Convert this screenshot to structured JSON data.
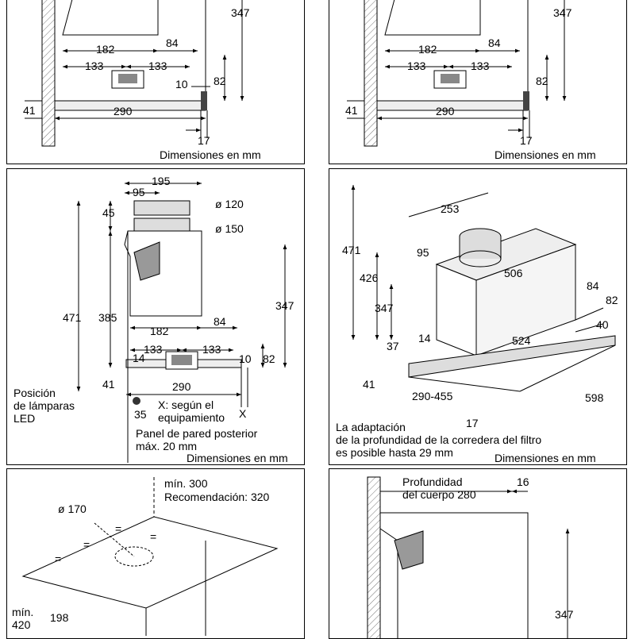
{
  "panel1": {
    "dims": {
      "d347": "347",
      "d182": "182",
      "d84": "84",
      "d133a": "133",
      "d133b": "133",
      "d10": "10",
      "d82": "82",
      "d41": "41",
      "d290": "290",
      "d17": "17"
    },
    "caption": "Dimensiones en mm"
  },
  "panel2": {
    "dims": {
      "d347": "347",
      "d182": "182",
      "d84": "84",
      "d133a": "133",
      "d133b": "133",
      "d82": "82",
      "d41": "41",
      "d290": "290",
      "d17": "17"
    },
    "caption": "Dimensiones en mm"
  },
  "panel3": {
    "dims": {
      "d195": "195",
      "d95": "95",
      "d45": "45",
      "dia120": "ø 120",
      "dia150": "ø 150",
      "d471": "471",
      "d385": "385",
      "d347": "347",
      "d182": "182",
      "d84": "84",
      "d133a": "133",
      "d133b": "133",
      "d14": "14",
      "d10": "10",
      "d82": "82",
      "d41": "41",
      "d290": "290",
      "d35": "35",
      "x": "X"
    },
    "led_line1": "Posición",
    "led_line2": "de lámparas",
    "led_line3": "LED",
    "x_line1": "X: según el",
    "x_line2": "equipamiento",
    "wall_line1": "Panel de pared posterior",
    "wall_line2": "máx. 20 mm",
    "caption": "Dimensiones en mm"
  },
  "panel4": {
    "dims": {
      "d253": "253",
      "d471": "471",
      "d95": "95",
      "d426": "426",
      "d506": "506",
      "d347": "347",
      "d84": "84",
      "d82": "82",
      "d40": "40",
      "d14": "14",
      "d37": "37",
      "d524": "524",
      "d41": "41",
      "d290_455": "290-455",
      "d598": "598",
      "d17": "17"
    },
    "note_line1": "La adaptación",
    "note_line2": "de la profundidad de la corredera del filtro",
    "note_line3": "es posible hasta 29 mm",
    "caption": "Dimensiones en mm"
  },
  "panel5": {
    "dims": {
      "min300": "mín. 300",
      "rec320": "Recomendación: 320",
      "dia170": "ø 170",
      "eq1": "=",
      "eq2": "=",
      "eq3": "=",
      "eq4": "=",
      "d198": "198",
      "min": "mín.",
      "d420": "420"
    }
  },
  "panel6": {
    "depth_line1": "Profundidad",
    "depth_line2": "del cuerpo 280",
    "d16": "16",
    "d347": "347"
  },
  "colors": {
    "line": "#000000",
    "hatch": "#888888",
    "hood_fill": "#d9d9d9",
    "dark_fill": "#555555"
  }
}
